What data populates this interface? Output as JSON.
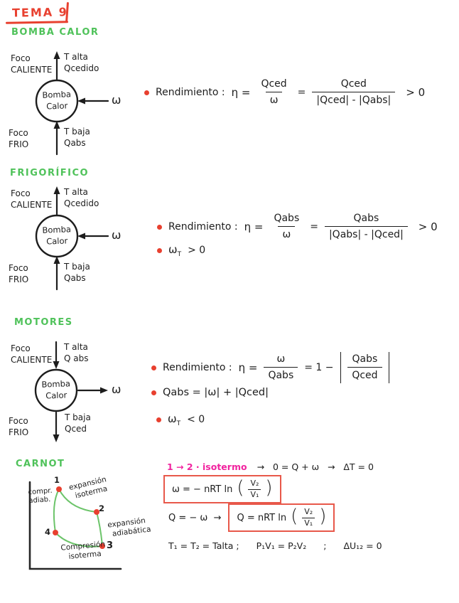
{
  "colors": {
    "ink": "#1d1d1d",
    "red": "#e8402f",
    "green": "#4fc25a",
    "pink": "#f1249f",
    "box_red": "#e8584a",
    "curve_green": "#6cc46a",
    "background": "#ffffff"
  },
  "header": {
    "title": "TEMA 9"
  },
  "bomba": {
    "title": "BOMBA CALOR",
    "diagram": {
      "circle1": "Bomba",
      "circle2": "Calor",
      "tl1": "Foco",
      "tl2": "CALIENTE",
      "tr1": "T alta",
      "tr2": "Qcedido",
      "bl1": "Foco",
      "bl2": "FRIO",
      "br1": "T baja",
      "br2": "Qabs",
      "work": "ω"
    },
    "eq": {
      "label": "Rendimiento :",
      "eta": "η =",
      "f1n": "Qced",
      "f1d": "ω",
      "mid": "=",
      "f2n": "Qced",
      "f2d": "|Qced| - |Qabs|",
      "tail": "> 0"
    }
  },
  "frigorifico": {
    "title": "FRIGORÍFICO",
    "diagram": {
      "circle1": "Bomba",
      "circle2": "Calor",
      "tl1": "Foco",
      "tl2": "CALIENTE",
      "tr1": "T alta",
      "tr2": "Qcedido",
      "bl1": "Foco",
      "bl2": "FRIO",
      "br1": "T baja",
      "br2": "Qabs",
      "work": "ω"
    },
    "eq": {
      "label": "Rendimiento :",
      "eta": "η =",
      "f1n": "Qabs",
      "f1d": "ω",
      "mid": "=",
      "f2n": "Qabs",
      "f2d": "|Qabs| - |Qced|",
      "tail": "> 0"
    },
    "eq2": {
      "base": "ω",
      "sub": "T",
      "rest": "> 0"
    }
  },
  "motores": {
    "title": "MOTORES",
    "diagram": {
      "circle1": "Bomba",
      "circle2": "Calor",
      "tl1": "Foco",
      "tl2": "CALIENTE",
      "tr1": "T alta",
      "tr2": "Q abs",
      "bl1": "Foco",
      "bl2": "FRIO",
      "br1": "T baja",
      "br2": "Qced",
      "work": "ω"
    },
    "eq1": {
      "label": "Rendimiento :",
      "eta": "η =",
      "f1n": "ω",
      "f1d": "Qabs",
      "mid": "= 1 −",
      "absn": "Qabs",
      "absd": "Qced"
    },
    "eq2": "Qabs = |ω| + |Qced|",
    "eq3": {
      "base": "ω",
      "sub": "T",
      "rest": "< 0"
    }
  },
  "carnot": {
    "title": "CARNOT",
    "graph": {
      "p1": "1",
      "p2": "2",
      "p3": "3",
      "p4": "4",
      "ca1": "compr.",
      "ca2": "adiab.",
      "ei1": "expansión",
      "ei2": "isoterma",
      "ea1": "expansión",
      "ea2": "adiabática",
      "ci1": "Compresión",
      "ci2": "isoterma"
    },
    "l1_pink": "1 → 2 · isotermo",
    "l1_black": "→   0 = Q + ω   →   ΔT = 0",
    "w_eq": "ω = − nRT ln",
    "wfn": "V₂",
    "wfd": "V₁",
    "q_pre": "Q = − ω  →",
    "q_eq": "Q = nRT ln",
    "qfn": "V₂",
    "qfd": "V₁",
    "l4a": "T₁ = T₂ = Talta ;",
    "l4b": "P₁V₁ = P₂V₂",
    "l4c": ";",
    "l4d": "ΔU₁₂ = 0"
  }
}
